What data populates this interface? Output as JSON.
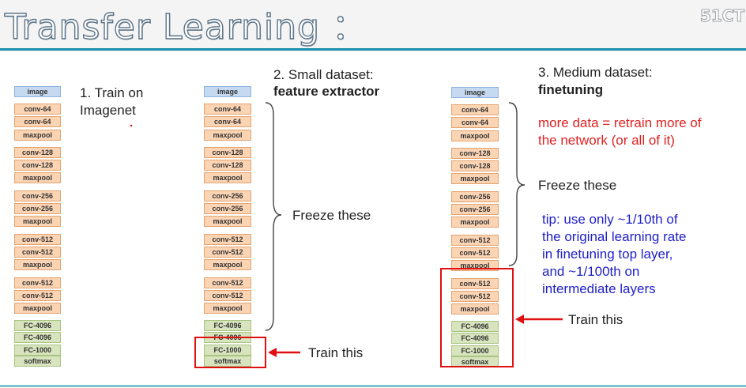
{
  "slide": {
    "title": "Transfer Learning ：",
    "watermark": "51CT"
  },
  "layers": [
    {
      "label": "image",
      "type": "input"
    },
    {
      "label": "conv-64",
      "type": "conv"
    },
    {
      "label": "conv-64",
      "type": "conv"
    },
    {
      "label": "maxpool",
      "type": "conv"
    },
    {
      "label": "conv-128",
      "type": "conv"
    },
    {
      "label": "conv-128",
      "type": "conv"
    },
    {
      "label": "maxpool",
      "type": "conv"
    },
    {
      "label": "conv-256",
      "type": "conv"
    },
    {
      "label": "conv-256",
      "type": "conv"
    },
    {
      "label": "maxpool",
      "type": "conv"
    },
    {
      "label": "conv-512",
      "type": "conv"
    },
    {
      "label": "conv-512",
      "type": "conv"
    },
    {
      "label": "maxpool",
      "type": "conv"
    },
    {
      "label": "conv-512",
      "type": "conv"
    },
    {
      "label": "conv-512",
      "type": "conv"
    },
    {
      "label": "maxpool",
      "type": "conv"
    },
    {
      "label": "FC-4096",
      "type": "fc"
    },
    {
      "label": "FC-4096",
      "type": "fc"
    },
    {
      "label": "FC-1000",
      "type": "fc"
    },
    {
      "label": "softmax",
      "type": "fc"
    }
  ],
  "col1": {
    "heading_line1": "1. Train on",
    "heading_line2": "Imagenet"
  },
  "col2": {
    "heading_line1": "2. Small dataset:",
    "heading_line2": "feature extractor",
    "freeze_label": "Freeze these",
    "train_label": "Train this"
  },
  "col3": {
    "heading_line1": "3. Medium dataset:",
    "heading_line2": "finetuning",
    "note_line1": "more data = retrain more of",
    "note_line2": "the network (or all of it)",
    "freeze_label": "Freeze these",
    "tip_line1": "tip: use only ~1/10th of",
    "tip_line2": "the original learning rate",
    "tip_line3": "in finetuning top layer,",
    "tip_line4": "and ~1/100th on",
    "tip_line5": "intermediate layers",
    "train_label": "Train this"
  },
  "colors": {
    "highlight": "#e01010",
    "note_red": "#e02020",
    "tip_blue": "#2020c8"
  }
}
